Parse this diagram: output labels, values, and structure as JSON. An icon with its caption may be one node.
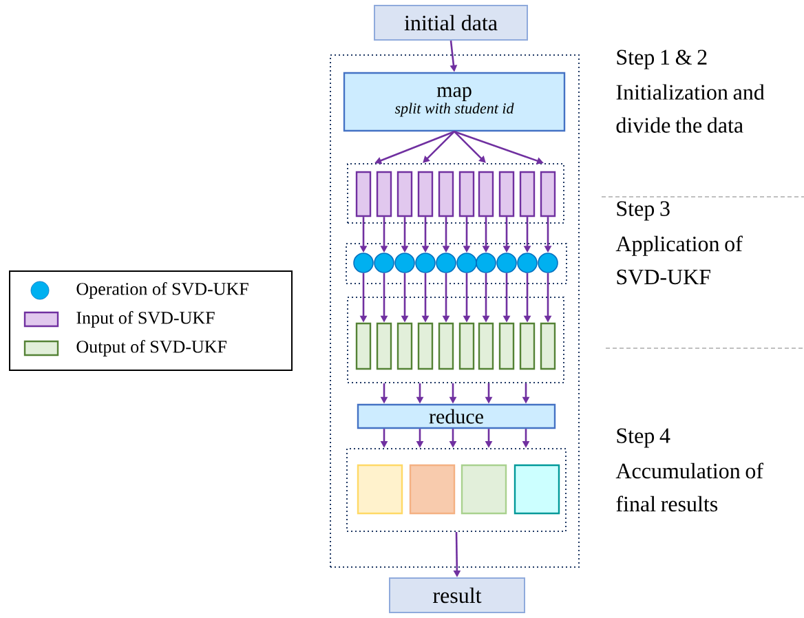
{
  "diagram": {
    "nodes": [
      {
        "text": [
          "initial data"
        ]
      },
      {
        "text": [],
        "shape": "box"
      },
      {
        "text": [
          "map",
          "split with student id"
        ],
        "in": 1
      },
      {
        "text": [],
        "shape": "box",
        "in": 1
      },
      {
        "text": [],
        "shape": "box",
        "in": 3
      },
      {
        "text": [],
        "shape": "box",
        "in": 3
      },
      {
        "text": [],
        "shape": "box",
        "in": 3
      },
      {
        "text": [],
        "shape": "box",
        "in": 3
      },
      {
        "text": [],
        "shape": "box",
        "in": 3
      },
      {
        "text": [],
        "shape": "box",
        "in": 3
      },
      {
        "text": [],
        "shape": "box",
        "in": 3
      },
      {
        "text": [],
        "shape": "box",
        "in": 3
      },
      {
        "text": [],
        "shape": "box",
        "in": 3
      },
      {
        "text": [],
        "shape": "box",
        "in": 3
      },
      {
        "text": [],
        "shape": "box",
        "in": 1
      },
      {
        "text": [],
        "shape": "circle",
        "in": 14
      },
      {
        "text": [],
        "shape": "circle",
        "in": 14
      },
      {
        "text": [],
        "shape": "circle",
        "in": 14
      },
      {
        "text": [],
        "shape": "circle",
        "in": 14
      },
      {
        "text": [],
        "shape": "circle",
        "in": 14
      },
      {
        "text": [],
        "shape": "circle",
        "in": 14
      },
      {
        "text": [],
        "shape": "circle",
        "in": 14
      },
      {
        "text": [],
        "shape": "circle",
        "in": 14
      },
      {
        "text": [],
        "shape": "circle",
        "in": 14
      },
      {
        "text": [],
        "shape": "circle",
        "in": 14
      },
      {
        "text": [],
        "shape": "box",
        "in": 1
      },
      {
        "text": [],
        "shape": "box",
        "in": 25
      },
      {
        "text": [],
        "shape": "box",
        "in": 25
      },
      {
        "text": [],
        "shape": "box",
        "in": 25
      },
      {
        "text": [],
        "shape": "box",
        "in": 25
      },
      {
        "text": [],
        "shape": "box",
        "in": 25
      },
      {
        "text": [],
        "shape": "box",
        "in": 25
      },
      {
        "text": [],
        "shape": "box",
        "in": 25
      },
      {
        "text": [],
        "shape": "box",
        "in": 25
      },
      {
        "text": [],
        "shape": "box",
        "in": 25
      },
      {
        "text": [],
        "shape": "box",
        "in": 25
      },
      {
        "text": [
          "reduce"
        ],
        "in": 1
      },
      {
        "text": [],
        "shape": "box",
        "in": 1
      },
      {
        "text": [],
        "shape": "box",
        "in": 37
      },
      {
        "text": [],
        "shape": "box",
        "in": 37
      },
      {
        "text": [],
        "shape": "box",
        "in": 37
      },
      {
        "text": [],
        "shape": "box",
        "in": 37
      },
      {
        "text": [
          "result"
        ]
      }
    ],
    "edges": [
      {
        "from": 0,
        "to": 2,
        "arrow": "to"
      },
      {
        "from": 2,
        "to": 3,
        "arrow": "to"
      },
      {
        "from": 2,
        "to": 3,
        "arrow": "to"
      },
      {
        "from": 2,
        "to": 3,
        "arrow": "to"
      },
      {
        "from": 2,
        "to": 3,
        "arrow": "to"
      },
      {
        "from": 4,
        "to": 15,
        "arrow": "to"
      },
      {
        "from": 5,
        "to": 16,
        "arrow": "to"
      },
      {
        "from": 6,
        "to": 17,
        "arrow": "to"
      },
      {
        "from": 7,
        "to": 18,
        "arrow": "to"
      },
      {
        "from": 8,
        "to": 19,
        "arrow": "to"
      },
      {
        "from": 9,
        "to": 20,
        "arrow": "to"
      },
      {
        "from": 10,
        "to": 21,
        "arrow": "to"
      },
      {
        "from": 11,
        "to": 22,
        "arrow": "to"
      },
      {
        "from": 12,
        "to": 23,
        "arrow": "to"
      },
      {
        "from": 13,
        "to": 24,
        "arrow": "to"
      },
      {
        "from": 15,
        "to": 26,
        "arrow": "to"
      },
      {
        "from": 16,
        "to": 27,
        "arrow": "to"
      },
      {
        "from": 17,
        "to": 28,
        "arrow": "to"
      },
      {
        "from": 18,
        "to": 29,
        "arrow": "to"
      },
      {
        "from": 19,
        "to": 30,
        "arrow": "to"
      },
      {
        "from": 20,
        "to": 31,
        "arrow": "to"
      },
      {
        "from": 21,
        "to": 32,
        "arrow": "to"
      },
      {
        "from": 22,
        "to": 33,
        "arrow": "to"
      },
      {
        "from": 23,
        "to": 34,
        "arrow": "to"
      },
      {
        "from": 24,
        "to": 35,
        "arrow": "to"
      },
      {
        "from": 25,
        "to": 36,
        "arrow": "to"
      },
      {
        "from": 25,
        "to": 36,
        "arrow": "to"
      },
      {
        "from": 25,
        "to": 36,
        "arrow": "to"
      },
      {
        "from": 25,
        "to": 36,
        "arrow": "to"
      },
      {
        "from": 25,
        "to": 36,
        "arrow": "to"
      },
      {
        "from": 36,
        "to": 37,
        "arrow": "to"
      },
      {
        "from": 36,
        "to": 37,
        "arrow": "to"
      },
      {
        "from": 36,
        "to": 37,
        "arrow": "to"
      },
      {
        "from": 36,
        "to": 37,
        "arrow": "to"
      },
      {
        "from": 36,
        "to": 37,
        "arrow": "to"
      },
      {
        "from": 37,
        "to": 42,
        "arrow": "to"
      }
    ],
    "labels": [
      "Step 1 & 2",
      "Initialization and divide the data",
      "Step 3",
      "Application of SVD-UKF",
      "Step 4",
      "Accumulation of final results"
    ],
    "legend": [
      {
        "text": "Operation of SVD-UKF",
        "color": "#00b0f0"
      },
      {
        "text": "Input of SVD-UKF",
        "color": "#e1c8ee"
      },
      {
        "text": "Output of SVD-UKF",
        "color": "#e2efda"
      }
    ]
  }
}
